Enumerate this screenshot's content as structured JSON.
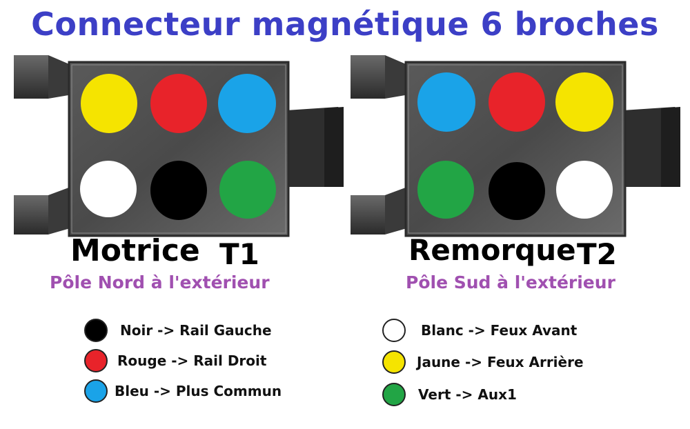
{
  "title": "Connecteur magnétique 6 broches",
  "connectors": [
    {
      "name": "Motrice",
      "tag": "T1",
      "pole": "Pôle Nord à l'extérieur",
      "pins_top": [
        "#f5e400",
        "#e8232a",
        "#1aa3e8"
      ],
      "pins_bottom": [
        "#ffffff",
        "#000000",
        "#22a545"
      ]
    },
    {
      "name": "Remorque",
      "tag": "T2",
      "pole": "Pôle Sud à l'extérieur",
      "pins_top": [
        "#1aa3e8",
        "#e8232a",
        "#f5e400"
      ],
      "pins_bottom": [
        "#22a545",
        "#000000",
        "#ffffff"
      ]
    }
  ],
  "legend_left": [
    {
      "color": "#000000",
      "text": "Noir -> Rail Gauche"
    },
    {
      "color": "#e8232a",
      "text": "Rouge -> Rail Droit"
    },
    {
      "color": "#1aa3e8",
      "text": "Bleu -> Plus Commun"
    }
  ],
  "legend_right": [
    {
      "color": "#ffffff",
      "text": "Blanc -> Feux Avant"
    },
    {
      "color": "#f5e400",
      "text": "Jaune -> Feux Arrière"
    },
    {
      "color": "#22a545",
      "text": "Vert -> Aux1"
    }
  ]
}
